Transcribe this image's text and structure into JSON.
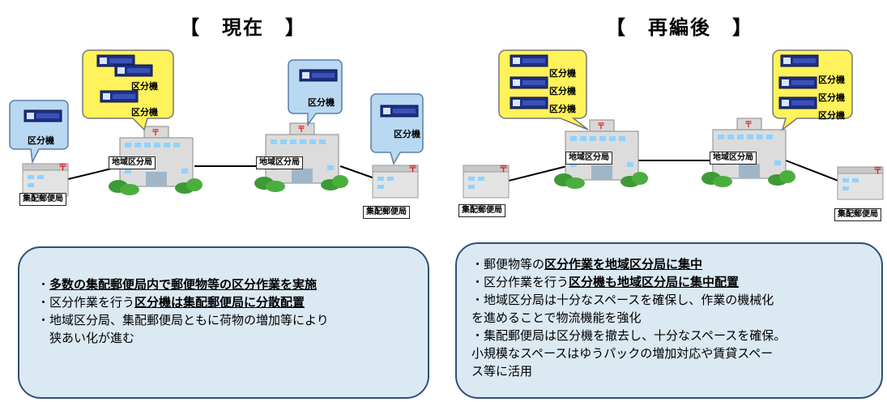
{
  "left": {
    "title": "【　現在　】",
    "sorter_label": "区分機",
    "regional_label": "地域区分局",
    "delivery_label": "集配郵便局",
    "bullets": [
      {
        "pre": "・",
        "u": "多数の集配郵便局内で郵便物等の区分作業を実施",
        "post": ""
      },
      {
        "pre": "・区分作業を行う",
        "u": "区分機は集配郵便局に分散配置",
        "post": ""
      },
      {
        "pre": "・地域区分局、集配郵便局ともに荷物の増加等により",
        "u": "",
        "post": ""
      },
      {
        "pre": "　狭あい化が進む",
        "u": "",
        "post": ""
      }
    ]
  },
  "right": {
    "title": "【　再編後　】",
    "sorter_label": "区分機",
    "regional_label": "地域区分局",
    "delivery_label": "集配郵便局",
    "delivery_label_cut": "集配郵便局",
    "bullets": [
      {
        "pre": "・郵便物等の",
        "u": "区分作業を地域区分局に集中",
        "post": ""
      },
      {
        "pre": "・区分作業を行う",
        "u": "区分機も地域区分局に集中配置",
        "post": ""
      },
      {
        "pre": "・地域区分局は十分なスペースを確保し、作業の機械化",
        "u": "",
        "post": ""
      },
      {
        "pre": "を進めることで物流機能を強化",
        "u": "",
        "post": ""
      },
      {
        "pre": "・集配郵便局は区分機を撤去し、十分なスペースを確保。",
        "u": "",
        "post": ""
      },
      {
        "pre": "小規模なスペースはゆうパックの増加対応や賃貸スペー",
        "u": "",
        "post": ""
      },
      {
        "pre": "ス等に活用",
        "u": "",
        "post": ""
      }
    ]
  },
  "colors": {
    "bubble_yellow": "#fff25a",
    "bubble_blue": "#b9d8f1",
    "box_fill": "#dbe9f3",
    "box_border": "#2f4f7a",
    "post_red": "#e02020"
  }
}
